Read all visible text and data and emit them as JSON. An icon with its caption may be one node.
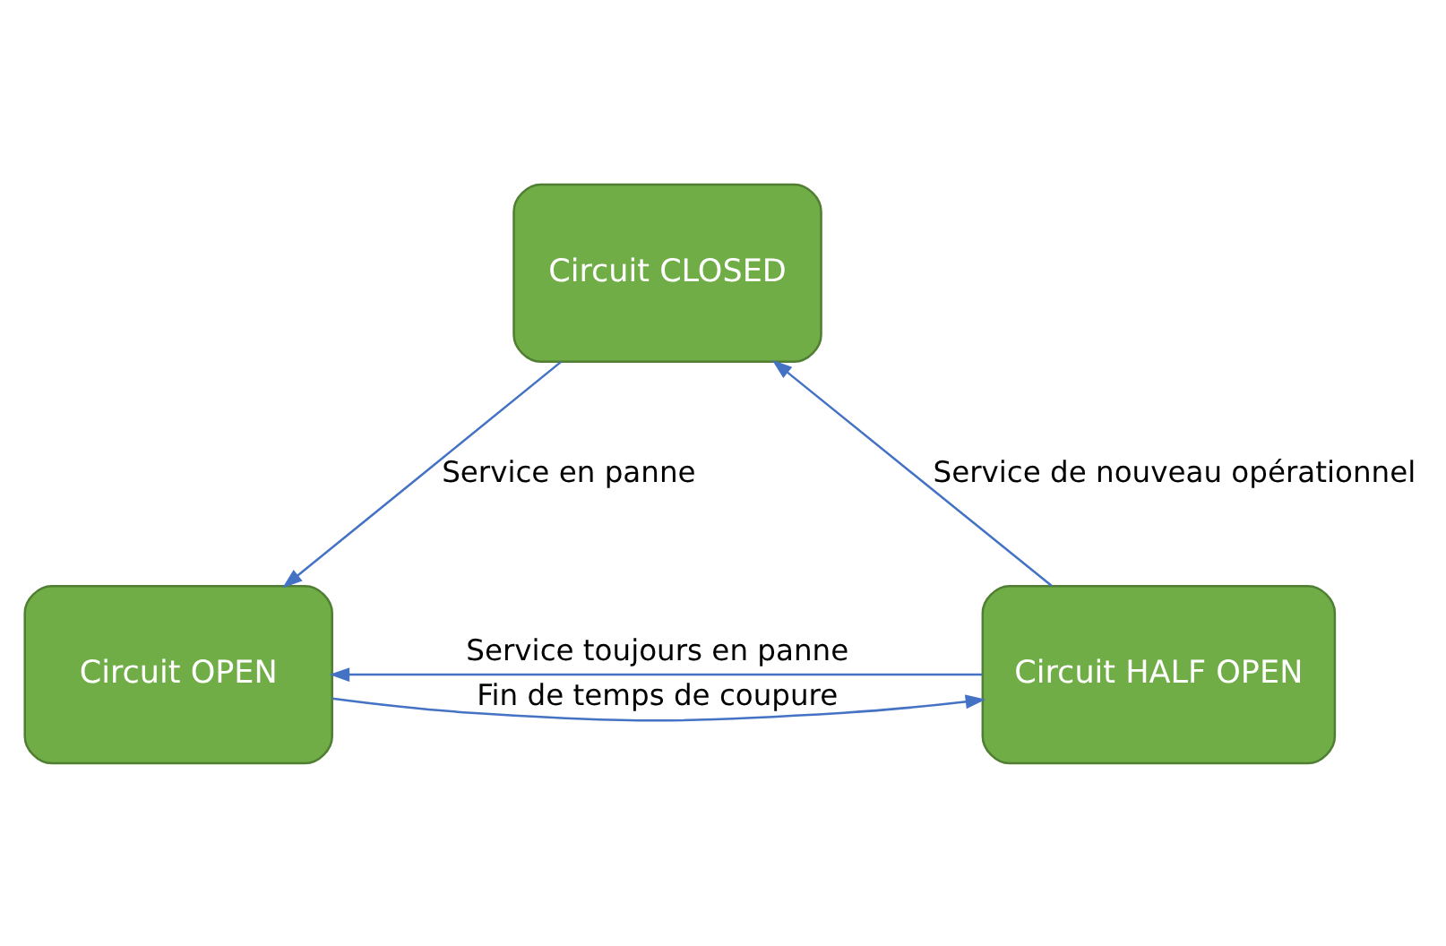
{
  "diagram": {
    "nodes": [
      {
        "text": [
          "Circuit CLOSED"
        ]
      },
      {
        "text": [
          "Circuit HALF OPEN"
        ]
      },
      {
        "text": [
          "Circuit OPEN"
        ]
      }
    ],
    "edges": [
      {
        "from": 0,
        "to": 2,
        "arrow": "to",
        "label": "Service en panne"
      },
      {
        "from": 2,
        "to": 1,
        "arrow": "to",
        "label": "Fin de temps de coupure"
      },
      {
        "from": 1,
        "to": 2,
        "arrow": "to",
        "label": "Service toujours en panne"
      },
      {
        "from": 1,
        "to": 0,
        "arrow": "to",
        "label": "Service de nouveau opérationnel"
      }
    ]
  }
}
